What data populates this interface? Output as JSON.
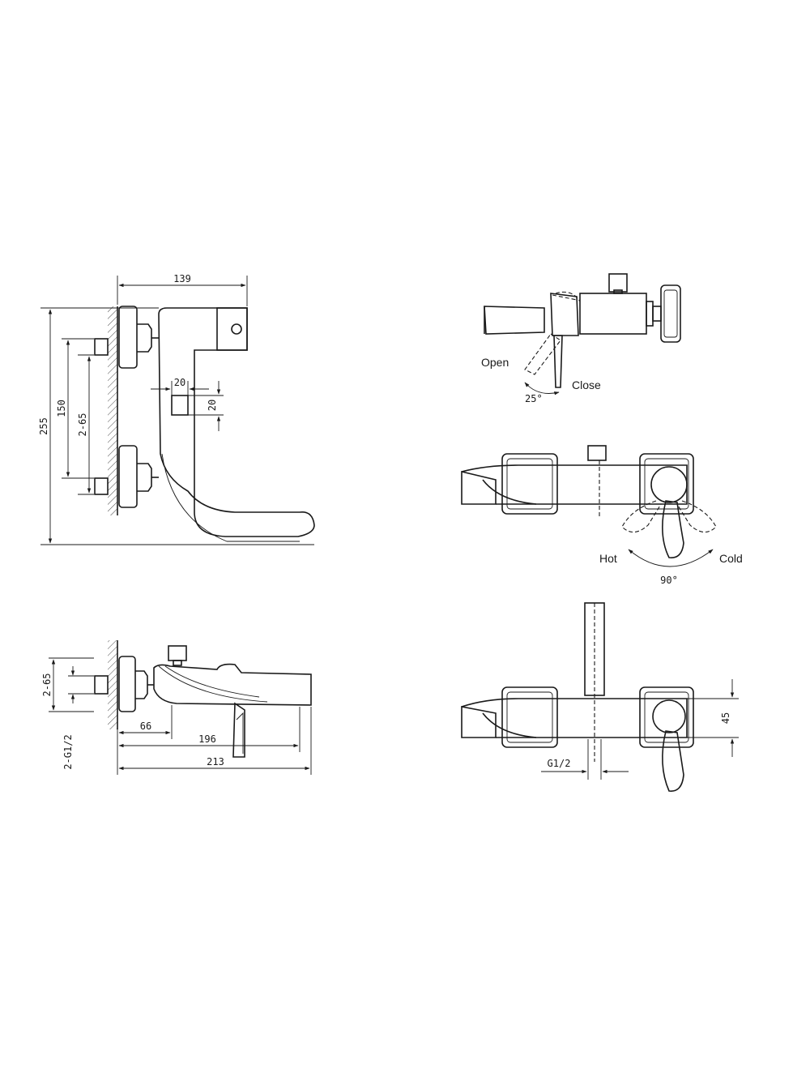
{
  "colors": {
    "line": "#1a1a1a",
    "background": "#ffffff"
  },
  "views": {
    "front": {
      "dims": {
        "width": "139",
        "height_total": "255",
        "center_distance": "150",
        "inlet": "2-65",
        "square_w": "20",
        "square_h": "20"
      }
    },
    "side": {
      "dims": {
        "inlet": "2-65",
        "thread": "2-G1/2",
        "d66": "66",
        "d196": "196",
        "d213": "213"
      }
    },
    "lever_rotation": {
      "open": "Open",
      "close": "Close",
      "angle": "25°"
    },
    "temperature": {
      "hot": "Hot",
      "cold": "Cold",
      "angle": "90°"
    },
    "outlet": {
      "thread": "G1/2",
      "offset": "45"
    }
  }
}
